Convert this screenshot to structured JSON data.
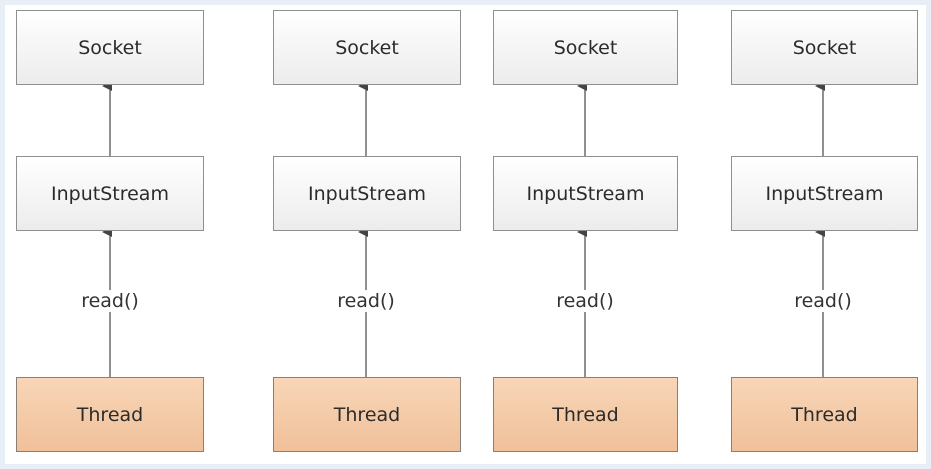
{
  "columns": [
    {
      "socket": "Socket",
      "stream": "InputStream",
      "call": "read()",
      "thread": "Thread"
    },
    {
      "socket": "Socket",
      "stream": "InputStream",
      "call": "read()",
      "thread": "Thread"
    },
    {
      "socket": "Socket",
      "stream": "InputStream",
      "call": "read()",
      "thread": "Thread"
    },
    {
      "socket": "Socket",
      "stream": "InputStream",
      "call": "read()",
      "thread": "Thread"
    }
  ],
  "colors": {
    "box_border": "#8f8f8f",
    "thread_fill": "#f3c9a6",
    "arrow": "#555555",
    "background": "#e8eef6"
  }
}
